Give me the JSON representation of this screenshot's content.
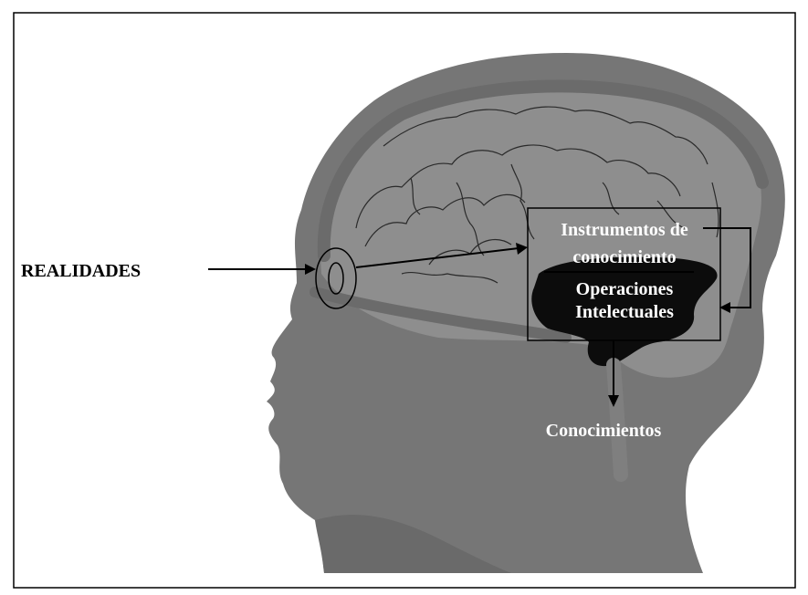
{
  "labels": {
    "input": "REALIDADES",
    "instruments": [
      "Instrumentos de",
      "conocimiento"
    ],
    "operations": [
      "Operaciones",
      "Intelectuales"
    ],
    "output": "Conocimientos"
  },
  "colors": {
    "background": "#ffffff",
    "head": "#767676",
    "head_dark": "#5f5f5f",
    "brain": "#8e8e8e",
    "brain_band": "#6b6b6b",
    "dark_region": "#0c0c0c",
    "text_light": "#ffffff",
    "text_dark": "#000000",
    "lines": "#000000"
  }
}
